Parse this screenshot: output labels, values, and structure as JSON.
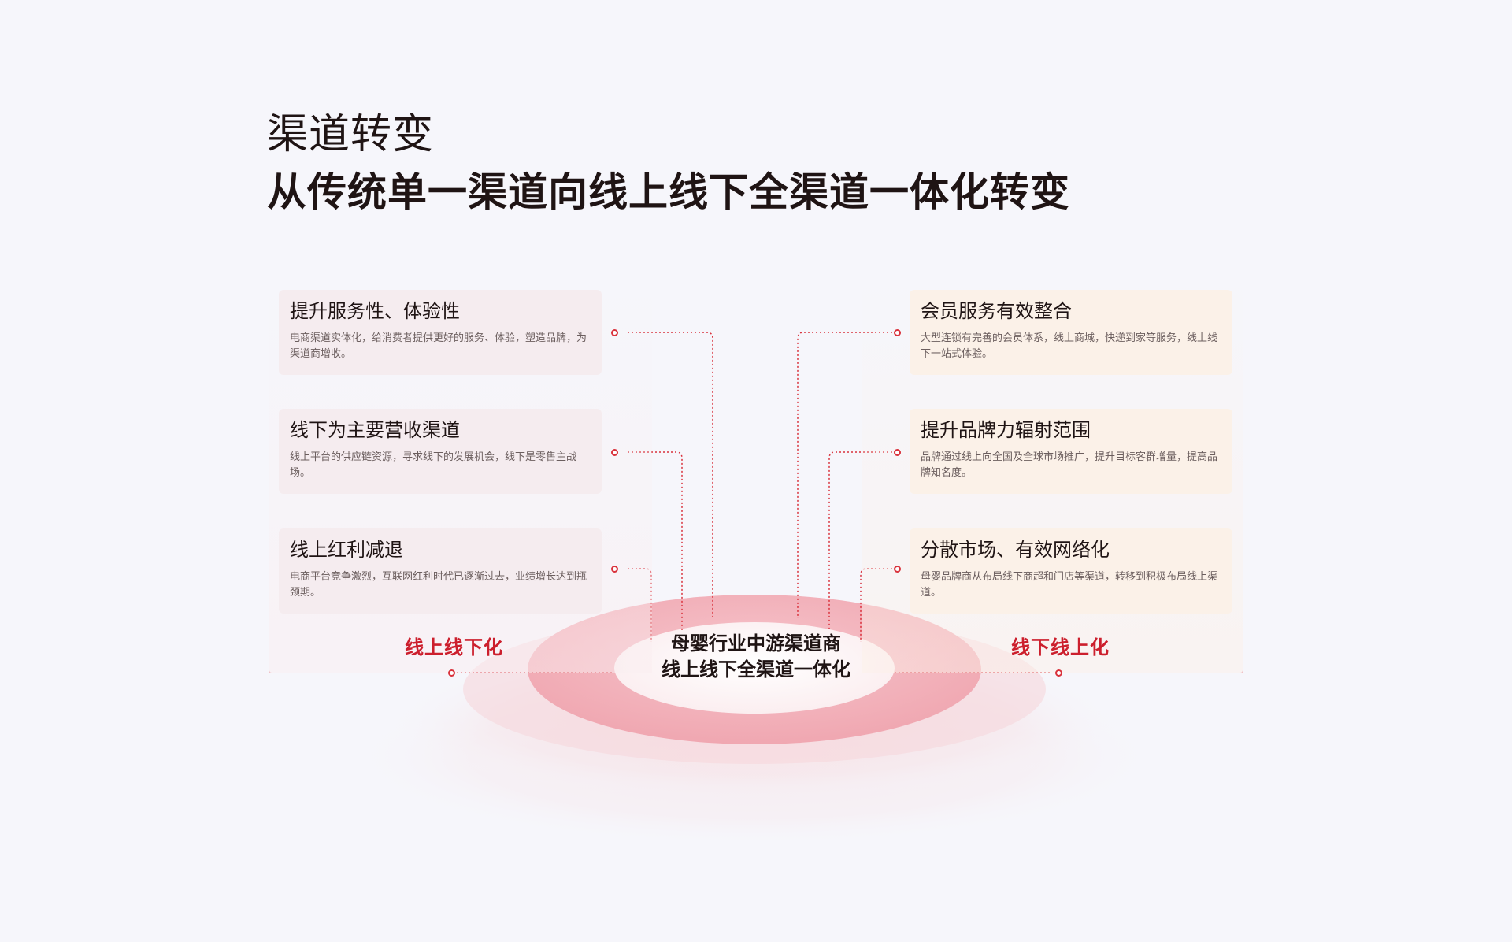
{
  "header": {
    "subtitle": "渠道转变",
    "title": "从传统单一渠道向线上线下全渠道一体化转变"
  },
  "left_group": {
    "label": "线上线下化",
    "cards": [
      {
        "title": "提升服务性、体验性",
        "desc": "电商渠道实体化，给消费者提供更好的服务、体验，塑造品牌，为渠道商增收。"
      },
      {
        "title": "线下为主要营收渠道",
        "desc": "线上平台的供应链资源，寻求线下的发展机会，线下是零售主战场。"
      },
      {
        "title": "线上红利减退",
        "desc": "电商平台竞争激烈，互联网红利时代已逐渐过去，业绩增长达到瓶颈期。"
      }
    ]
  },
  "right_group": {
    "label": "线下线上化",
    "cards": [
      {
        "title": "会员服务有效整合",
        "desc": "大型连锁有完善的会员体系，线上商城，快递到家等服务，线上线下一站式体验。"
      },
      {
        "title": "提升品牌力辐射范围",
        "desc": "品牌通过线上向全国及全球市场推广，提升目标客群增量，提高品牌知名度。"
      },
      {
        "title": "分散市场、有效网络化",
        "desc": "母婴品牌商从布局线下商超和门店等渠道，转移到积极布局线上渠道。"
      }
    ]
  },
  "center": {
    "line1": "母婴行业中游渠道商",
    "line2": "线上线下全渠道一体化"
  },
  "colors": {
    "accent": "#d9323c",
    "label_red": "#cc1f2d",
    "ring": "#f2aeb6",
    "left_card_bg": "#f5ecef",
    "right_card_bg": "#fbf1e8",
    "text_dark": "#1f1414"
  }
}
